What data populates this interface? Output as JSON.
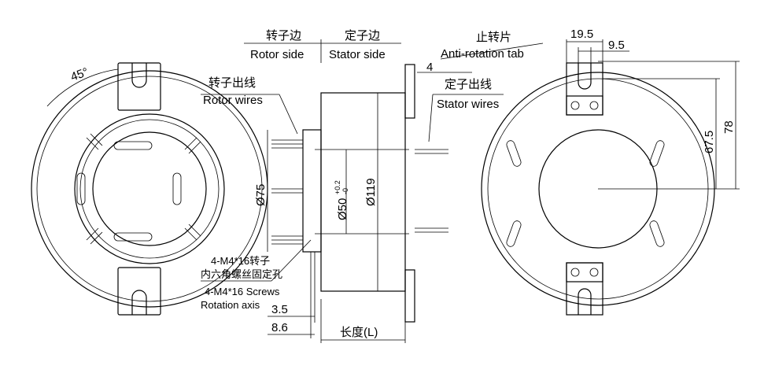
{
  "labels": {
    "rotor_side_cn": "转子边",
    "rotor_side_en": "Rotor side",
    "stator_side_cn": "定子边",
    "stator_side_en": "Stator side",
    "rotor_wires_cn": "转子出线",
    "rotor_wires_en": "Rotor wires",
    "stator_wires_cn": "定子出线",
    "stator_wires_en": "Stator wires",
    "anti_rotation_cn": "止转片",
    "anti_rotation_en": "Anti-rotation tab",
    "screws_cn_1": "4-M4*16转子",
    "screws_cn_2": "内六角螺丝固定孔",
    "screws_en_1": "4-M4*16 Screws",
    "screws_en_2": "Rotation axis",
    "length": "长度(L)"
  },
  "dimensions": {
    "angle": "45°",
    "flange": "4",
    "d75": "Ø75",
    "d50": "Ø50",
    "d50_tol_upper": "+0.2",
    "d50_tol_lower": "-0",
    "d119": "Ø119",
    "d3_5": "3.5",
    "d8_6": "8.6",
    "tab_19_5": "19.5",
    "tab_9_5": "9.5",
    "h67_5": "67.5",
    "h78": "78"
  }
}
